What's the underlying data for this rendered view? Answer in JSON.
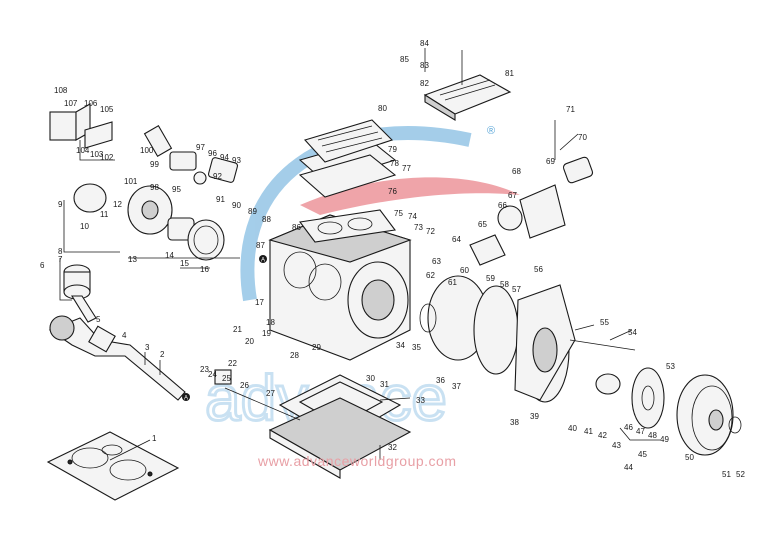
{
  "watermark": {
    "logo_text": "advance",
    "url": "www.advanceworldgroup.com",
    "registered_mark": "®",
    "swoosh_colors": {
      "blue": "#5aa6d8",
      "red": "#e35a64"
    }
  },
  "callouts": [
    "1",
    "2",
    "3",
    "4",
    "5",
    "6",
    "7",
    "8",
    "9",
    "10",
    "11",
    "12",
    "13",
    "14",
    "15",
    "16",
    "17",
    "18",
    "19",
    "20",
    "21",
    "22",
    "23",
    "24",
    "25",
    "26",
    "27",
    "28",
    "29",
    "30",
    "31",
    "32",
    "33",
    "34",
    "35",
    "36",
    "37",
    "38",
    "39",
    "40",
    "41",
    "42",
    "43",
    "44",
    "45",
    "46",
    "47",
    "48",
    "49",
    "50",
    "51",
    "52",
    "53",
    "54",
    "55",
    "56",
    "57",
    "58",
    "59",
    "60",
    "61",
    "62",
    "63",
    "64",
    "65",
    "66",
    "67",
    "68",
    "69",
    "70",
    "71",
    "72",
    "73",
    "74",
    "75",
    "76",
    "77",
    "78",
    "79",
    "80",
    "81",
    "82",
    "83",
    "84",
    "85",
    "86",
    "87",
    "88",
    "89",
    "90",
    "91",
    "92",
    "93",
    "94",
    "95",
    "96",
    "97",
    "98",
    "99",
    "100",
    "101",
    "102",
    "103",
    "104",
    "105",
    "106",
    "107",
    "108"
  ],
  "markers": [
    "A",
    "A"
  ]
}
